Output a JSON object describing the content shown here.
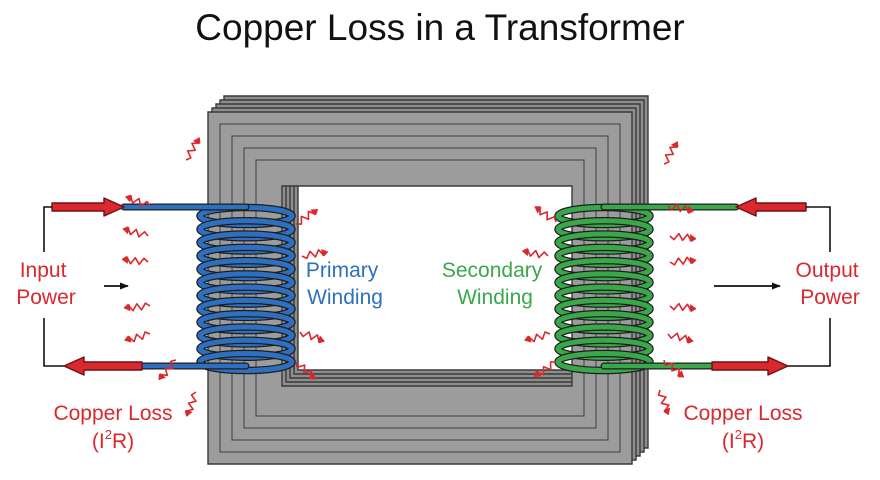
{
  "title": "Copper Loss in a Transformer",
  "labels": {
    "primary": [
      "Primary",
      "Winding"
    ],
    "secondary": [
      "Secondary",
      "Winding"
    ],
    "input": [
      "Input",
      "Power"
    ],
    "output": [
      "Output",
      "Power"
    ],
    "loss_left": {
      "line1": "Copper Loss",
      "open": "(I",
      "sup": "2",
      "close": "R)"
    },
    "loss_right": {
      "line1": "Copper Loss",
      "open": "(I",
      "sup": "2",
      "close": "R)"
    }
  },
  "colors": {
    "primary_winding": "#2e6fc0",
    "secondary_winding": "#3aa84a",
    "loss": "#d9282e",
    "core": "#9a9a9a",
    "core_edge": "#3a3a3a",
    "title": "#111111"
  },
  "windings": {
    "primary_turns": 12,
    "secondary_turns": 12
  },
  "icons": [
    "heat-squiggle-icon",
    "arrow-icon"
  ]
}
